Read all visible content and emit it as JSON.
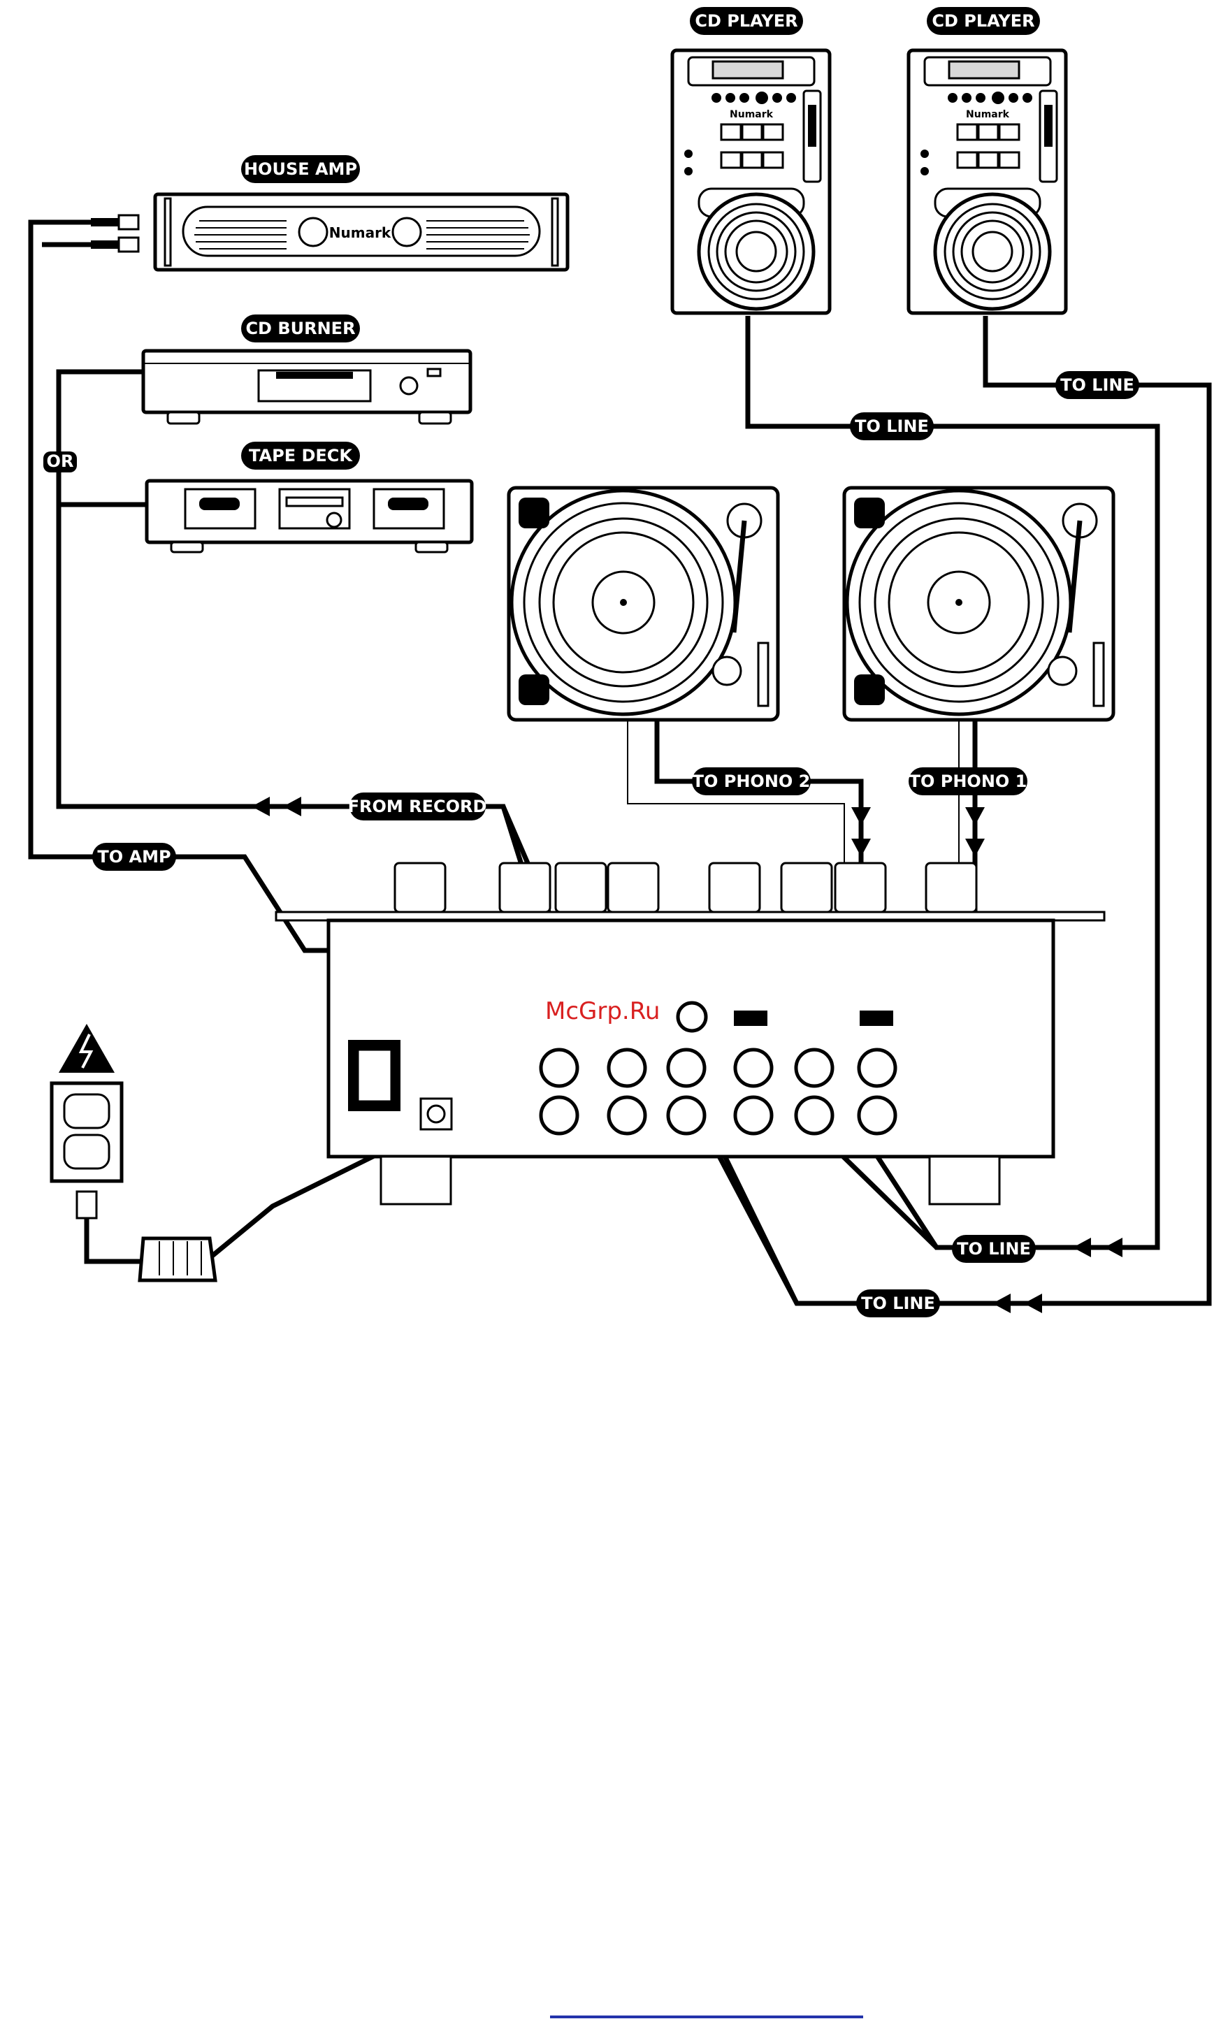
{
  "labels": {
    "cd_player_1": "CD PLAYER",
    "cd_player_2": "CD PLAYER",
    "house_amp": "HOUSE AMP",
    "cd_burner": "CD BURNER",
    "or": "OR",
    "tape_deck": "TAPE DECK",
    "to_line_cd2": "TO LINE",
    "to_line_cd1": "TO LINE",
    "to_phono_2": "TO PHONO 2",
    "to_phono_1": "TO PHONO 1",
    "from_record": "FROM RECORD",
    "to_amp": "TO AMP",
    "to_line_mixer_upper": "TO LINE",
    "to_line_mixer_lower": "TO LINE"
  },
  "branding": {
    "amp_brand": "Numark",
    "cd_brand_1": "Numark",
    "cd_brand_2": "Numark"
  },
  "watermark": "McGrp.Ru",
  "colors": {
    "line": "#000000",
    "label_bg": "#000000",
    "label_text": "#ffffff",
    "watermark": "#d92020"
  }
}
